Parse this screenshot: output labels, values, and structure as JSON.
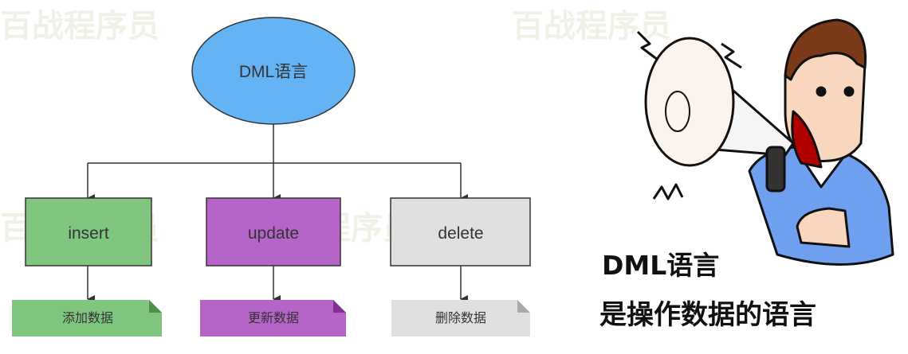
{
  "watermark": "百战程序员",
  "root": {
    "label": "DML语言"
  },
  "operations": [
    {
      "label": "insert",
      "note": "添加数据",
      "color": "#80c67e",
      "fold": "#4d8f4b"
    },
    {
      "label": "update",
      "note": "更新数据",
      "color": "#b564c7",
      "fold": "#7f3090"
    },
    {
      "label": "delete",
      "note": "删除数据",
      "color": "#e0e0e0",
      "fold": "#aaaaaa"
    }
  ],
  "caption": {
    "line1": "DML语言",
    "line2": "是操作数据的语言"
  },
  "colors": {
    "root_fill": "#63b3f5",
    "stroke": "#333333"
  }
}
